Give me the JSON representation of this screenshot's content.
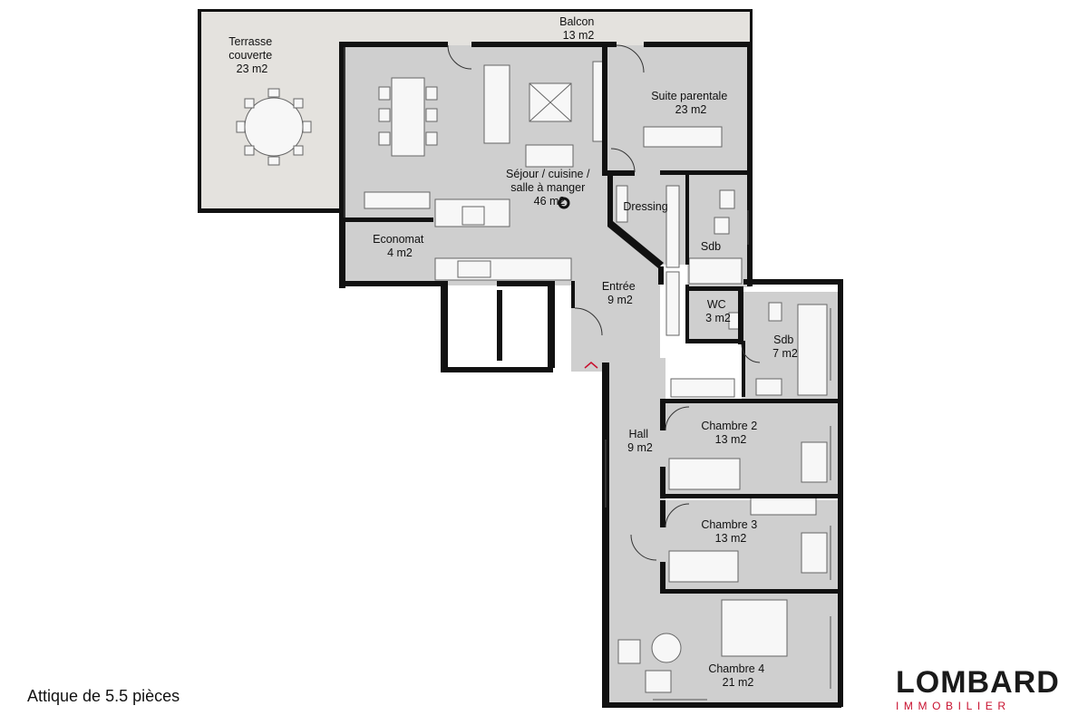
{
  "colors": {
    "wall": "#111111",
    "floor": "#cfcfcf",
    "terrace": "#e4e2de",
    "furniture": "#f7f7f7",
    "brand_main": "#1a1a1a",
    "brand_accent": "#c8102e"
  },
  "rooms": [
    {
      "key": "terrasse",
      "lines": [
        "Terrasse",
        "couverte",
        "23 m2"
      ]
    },
    {
      "key": "balcon",
      "lines": [
        "Balcon",
        "13 m2"
      ]
    },
    {
      "key": "suite",
      "lines": [
        "Suite parentale",
        "23 m2"
      ]
    },
    {
      "key": "sejour",
      "lines": [
        "Séjour / cuisine /",
        "salle à manger",
        "46 m2"
      ]
    },
    {
      "key": "dressing",
      "lines": [
        "Dressing"
      ]
    },
    {
      "key": "sdb1",
      "lines": [
        "Sdb"
      ]
    },
    {
      "key": "economat",
      "lines": [
        "Economat",
        "4 m2"
      ]
    },
    {
      "key": "entree",
      "lines": [
        "Entrée",
        "9 m2"
      ]
    },
    {
      "key": "wc",
      "lines": [
        "WC",
        "3 m2"
      ]
    },
    {
      "key": "sdb2",
      "lines": [
        "Sdb",
        "7 m2"
      ]
    },
    {
      "key": "chambre2",
      "lines": [
        "Chambre 2",
        "13 m2"
      ]
    },
    {
      "key": "hall",
      "lines": [
        "Hall",
        "9 m2"
      ]
    },
    {
      "key": "chambre3",
      "lines": [
        "Chambre 3",
        "13 m2"
      ]
    },
    {
      "key": "chambre4",
      "lines": [
        "Chambre 4",
        "21 m2"
      ]
    }
  ],
  "caption": "Attique de 5.5 pièces",
  "logo": {
    "main": "LOMBARD",
    "sub": "IMMOBILIER"
  }
}
